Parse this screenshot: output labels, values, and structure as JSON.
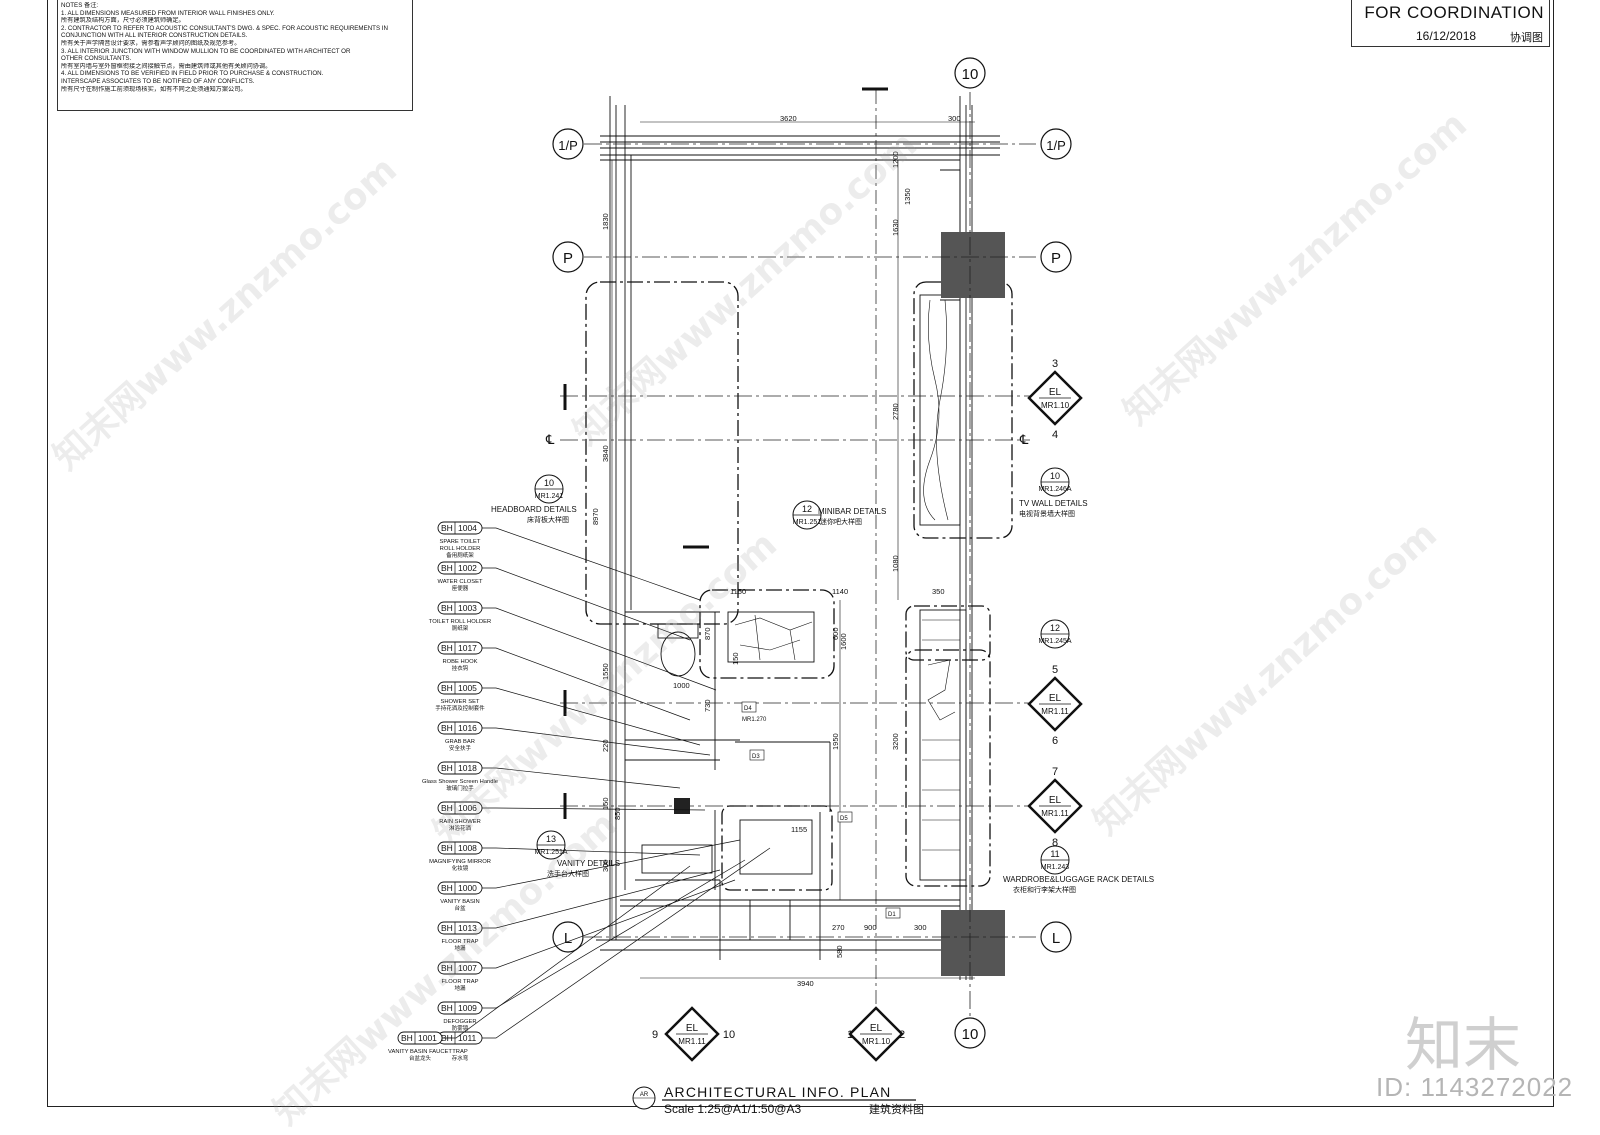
{
  "notes": {
    "lines": [
      "NOTES 备注:",
      "1. ALL DIMENSIONS MEASURED FROM INTERIOR WALL FINISHES ONLY.",
      "所有建筑及结构方面，尺寸必须建筑师确定。",
      "2. CONTRACTOR TO REFER TO ACOUSTIC CONSULTANT'S DWG. & SPEC. FOR ACOUSTIC REQUIREMENTS IN",
      "CONJUNCTION WITH ALL INTERIOR CONSTRUCTION DETAILS.",
      "所有关于声学隔音设计要求，需参看声学顾问的图纸及规范参考。",
      "3. ALL INTERIOR JUNCTION WITH WINDOW MULLION TO BE COORDINATED WITH ARCHITECT OR",
      "OTHER CONSULTANTS.",
      "所有室内墙与室外窗框衔接之间接触节点，需由建筑师或其他有关顾问协调。",
      "4. ALL DIMENSIONS TO BE VERIFIED IN FIELD PRIOR TO PURCHASE & CONSTRUCTION.",
      "INTERSCAPE ASSOCIATES TO BE NOTIFIED OF ANY CONFLICTS.",
      "所有尺寸在制作施工前须现场核实，如有不同之处须通知方案公司。"
    ]
  },
  "status": {
    "title": "FOR COORDINATION",
    "date": "16/12/2018",
    "cn": "协调图"
  },
  "grid": {
    "top": "10",
    "bottom": "10",
    "row_1p": "1/P",
    "row_p": "P",
    "row_l": "L"
  },
  "dims": {
    "d3620": "3620",
    "d300a": "300",
    "d1830": "1830",
    "d3840": "3840",
    "d8970": "8970",
    "d1550": "1550",
    "d220": "220",
    "d150": "150",
    "d300b": "300",
    "d1150": "1150",
    "d1140": "1140",
    "d350": "350",
    "d1000": "1000",
    "d600": "600",
    "d870": "870",
    "d150b": "150",
    "d730": "730",
    "d1950": "1950",
    "d1155": "1155",
    "d270": "270",
    "d900": "900",
    "d300c": "300",
    "d580": "580",
    "d3940": "3940",
    "d1630": "1630",
    "d1350": "1350",
    "d1200": "1200",
    "d2780": "2780",
    "d1080": "1080",
    "d3200": "3200",
    "d1600": "1600",
    "d850": "850"
  },
  "callouts": {
    "headboard": {
      "num": "10",
      "ref": "MR1.241",
      "en": "HEADBOARD DETAILS",
      "cn": "床背板大样图"
    },
    "minibar": {
      "num": "12",
      "ref": "MR1.251",
      "en": "MINIBAR DETAILS",
      "cn": "迷你吧大样图"
    },
    "tvwall": {
      "num": "10",
      "ref": "MR1.246A",
      "en": "TV WALL DETAILS",
      "cn": "电视背景墙大样图"
    },
    "c12": {
      "num": "12",
      "ref": "MR1.245A"
    },
    "wardrobe": {
      "num": "11",
      "ref": "MR1.243",
      "en": "WARDROBE&LUGGAGE RACK DETAILS",
      "cn": "衣柜和行李架大样图"
    },
    "vanity": {
      "num": "13",
      "ref": "MR1.251A",
      "en": "VANITY DETAILS",
      "cn": "洗手台大样图"
    }
  },
  "elevations": [
    {
      "tag": "EL",
      "ref": "MR1.10",
      "a": "3",
      "b": "4"
    },
    {
      "tag": "EL",
      "ref": "MR1.11",
      "a": "5",
      "b": "6"
    },
    {
      "tag": "EL",
      "ref": "MR1.11",
      "a": "7",
      "b": "8"
    },
    {
      "tag": "EL",
      "ref": "MR1.11",
      "a": "9",
      "b": "10"
    },
    {
      "tag": "EL",
      "ref": "MR1.10",
      "a": "1",
      "b": "2"
    }
  ],
  "fixtures": [
    {
      "code": "BH",
      "num": "1004",
      "en": "SPARE TOILET",
      "en2": "ROLL HOLDER",
      "cn": "备用厕纸架"
    },
    {
      "code": "BH",
      "num": "1002",
      "en": "WATER CLOSET",
      "en2": "",
      "cn": "座便器"
    },
    {
      "code": "BH",
      "num": "1003",
      "en": "TOILET ROLL HOLDER",
      "en2": "",
      "cn": "厕纸架"
    },
    {
      "code": "BH",
      "num": "1017",
      "en": "ROBE HOOK",
      "en2": "",
      "cn": "挂衣钩"
    },
    {
      "code": "BH",
      "num": "1005",
      "en": "SHOWER SET",
      "en2": "",
      "cn": "手持花洒及控制套件"
    },
    {
      "code": "BH",
      "num": "1016",
      "en": "GRAB BAR",
      "en2": "",
      "cn": "安全扶手"
    },
    {
      "code": "BH",
      "num": "1018",
      "en": "Glass Shower Screen Handle",
      "en2": "",
      "cn": "玻璃门拉手"
    },
    {
      "code": "BH",
      "num": "1006",
      "en": "RAIN SHOWER",
      "en2": "",
      "cn": "淋浴花洒"
    },
    {
      "code": "BH",
      "num": "1008",
      "en": "MAGNIFYING MIRROR",
      "en2": "",
      "cn": "化妆镜"
    },
    {
      "code": "BH",
      "num": "1000",
      "en": "VANITY BASIN",
      "en2": "",
      "cn": "台盆"
    },
    {
      "code": "BH",
      "num": "1013",
      "en": "FLOOR TRAP",
      "en2": "",
      "cn": "地漏"
    },
    {
      "code": "BH",
      "num": "1007",
      "en": "FLOOR TRAP",
      "en2": "",
      "cn": "地漏"
    },
    {
      "code": "BH",
      "num": "1009",
      "en": "DEFOGGER",
      "en2": "",
      "cn": "防雾镜"
    },
    {
      "code": "BH",
      "num": "1011",
      "en": "TRAP",
      "en2": "",
      "cn": "存水弯"
    },
    {
      "code": "BH",
      "num": "1001",
      "en": "VANITY BASIN FAUCET",
      "en2": "",
      "cn": "台盆龙头"
    }
  ],
  "small_tags": {
    "d4": "D4",
    "mr1270": "MR1.270",
    "d3": "D3",
    "d5": "D5",
    "d1": "D1"
  },
  "plan_title": {
    "tag": "AR",
    "title": "ARCHITECTURAL INFO. PLAN",
    "scale": "Scale 1:25@A1/1:50@A3",
    "cn": "建筑资料图"
  },
  "watermark": {
    "brand": "知末",
    "id": "ID: 1143272022",
    "site": "知末网www.znzmo.com"
  }
}
